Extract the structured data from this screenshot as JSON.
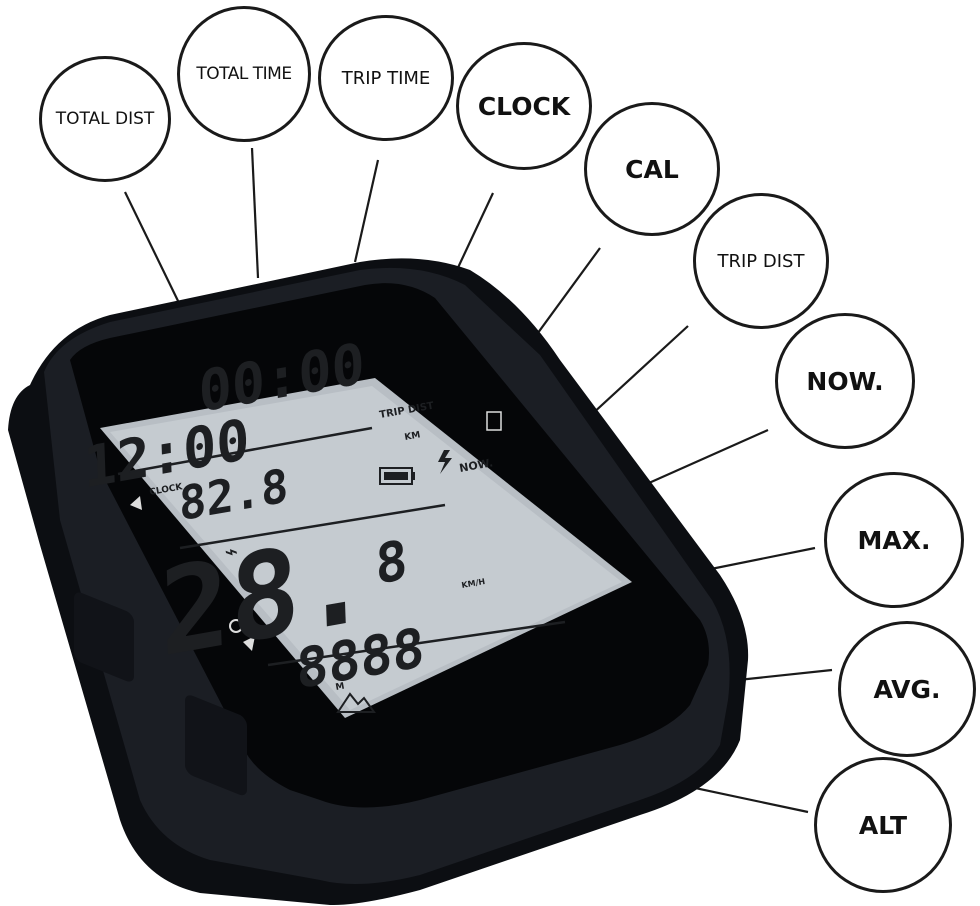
{
  "callouts": [
    {
      "id": "total-dist",
      "label": "TOTAL DIST"
    },
    {
      "id": "total-time",
      "label": "TOTAL TIME"
    },
    {
      "id": "trip-time",
      "label": "TRIP TIME"
    },
    {
      "id": "clock",
      "label": "CLOCK"
    },
    {
      "id": "cal",
      "label": "CAL"
    },
    {
      "id": "trip-dist",
      "label": "TRIP DIST"
    },
    {
      "id": "now",
      "label": "NOW."
    },
    {
      "id": "max",
      "label": "MAX."
    },
    {
      "id": "avg",
      "label": "AVG."
    },
    {
      "id": "alt",
      "label": "ALT"
    }
  ],
  "display": {
    "top_digits": "00:00",
    "clock_digits": "12:00",
    "clock_label": "CLOCK",
    "trip_dist_label": "TRIP DIST",
    "km_label": "KM",
    "trip_value": "82.8",
    "now_label": "NOW.",
    "speed_main": "28.",
    "speed_decimal": "8",
    "speed_unit": "KM/H",
    "bottom_digits": "8888",
    "alt_unit": "M"
  }
}
